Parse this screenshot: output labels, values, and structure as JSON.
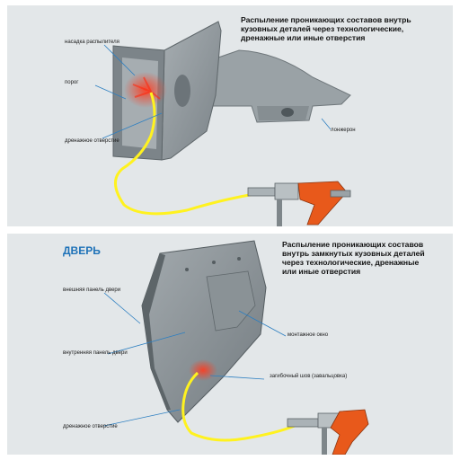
{
  "top": {
    "caption_lines": [
      "Распыление проникающих составов внутрь",
      "кузовных деталей через технологические,",
      "дренажные или иные отверстия"
    ],
    "labels": {
      "nozzle": "насадка распылителя",
      "sill": "порог",
      "drain": "дренажное отверстие",
      "member": "лонжерон"
    }
  },
  "bottom": {
    "title": "ДВЕРЬ",
    "caption_lines": [
      "Распыление проникающих составов",
      "внутрь замкнутых кузовных деталей",
      "через технологические, дренажные",
      "или иные отверстия"
    ],
    "labels": {
      "outer_panel": "внешняя панель двери",
      "inner_panel": "внутренняя панель двери",
      "mount_window": "монтажное окно",
      "hem_seam": "загибочный шов (завальцовка)",
      "drain": "дренажное отверстие"
    }
  },
  "colors": {
    "background": "#e3e7e9",
    "metal": "#8d959a",
    "hose": "#ffee22",
    "spray": "#ff4422",
    "gun": "#e85a1c",
    "title": "#1e72b8"
  }
}
